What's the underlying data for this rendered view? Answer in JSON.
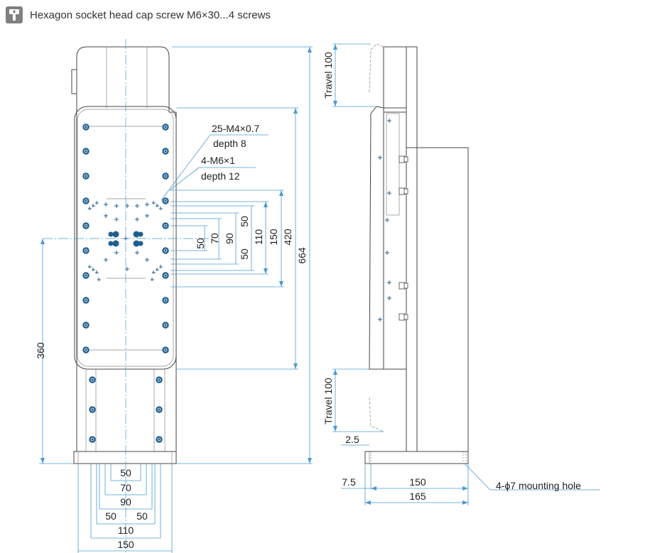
{
  "header": {
    "icon": "hex-wrench-icon",
    "caption": "Hexagon socket head cap screw M6×30...4 screws"
  },
  "callouts": {
    "tap_m4": "25-M4×0.7",
    "tap_m4_depth": "depth 8",
    "tap_m6": "4-M6×1",
    "tap_m6_depth": "depth 12",
    "mounting_hole": "4-ϕ7 mounting hole"
  },
  "front_view": {
    "vertical_dims": {
      "d50a": "50",
      "d70": "70",
      "d90": "90",
      "d50b": "50",
      "d50c": "50",
      "d110": "110",
      "d150": "150",
      "d420": "420",
      "d664": "664",
      "d360": "360"
    },
    "bottom_dims": {
      "w50": "50",
      "w70": "70",
      "w90": "90",
      "w50_left": "50",
      "w50_right": "50",
      "w110": "110",
      "w150": "150"
    }
  },
  "side_view": {
    "travel_top": "Travel 100",
    "travel_bottom": "Travel 100",
    "offset": "2.5",
    "base_offset": "7.5",
    "width_150": "150",
    "width_165": "165"
  },
  "colors": {
    "outline": "#444444",
    "dimension": "#4a9bd0",
    "hole": "#1f5f8f"
  }
}
